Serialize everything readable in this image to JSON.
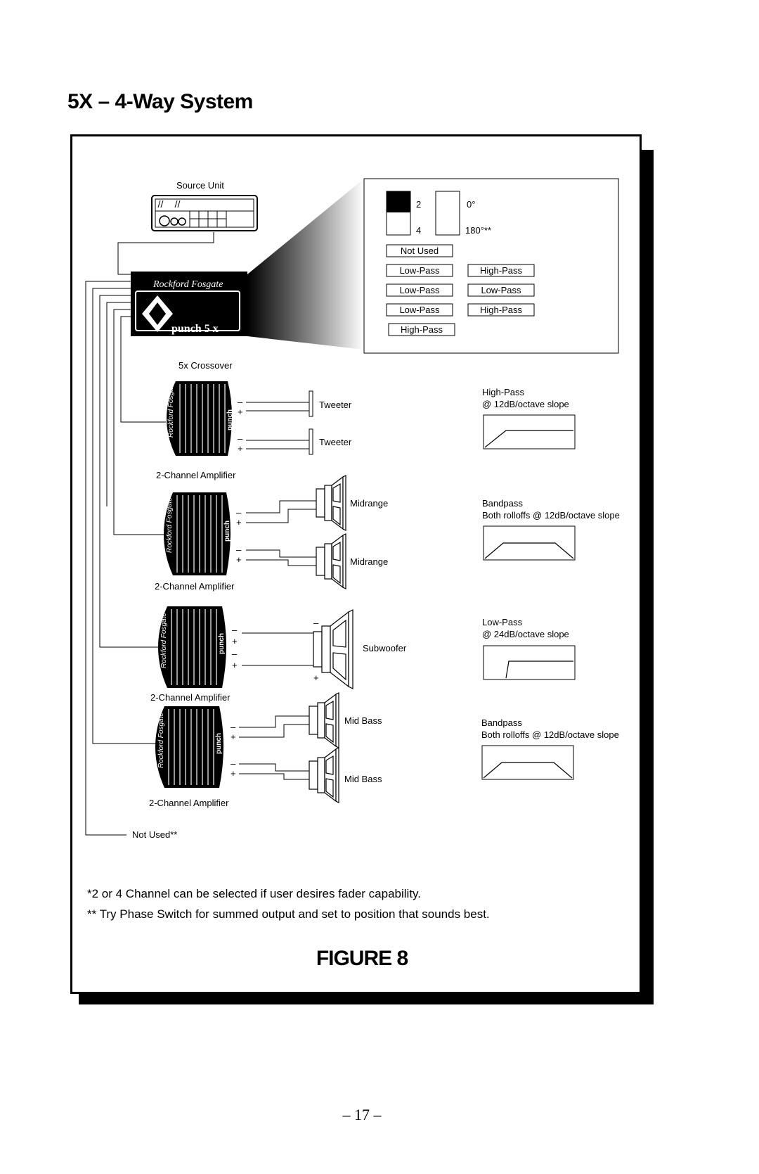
{
  "page": {
    "title": "5X – 4-Way System",
    "figure_label": "FIGURE 8",
    "page_number": "– 17 –",
    "notes": [
      "*2 or 4 Channel can be selected if user desires fader capability.",
      "** Try Phase Switch for summed output and set to position that sounds best."
    ]
  },
  "diagram": {
    "source_unit_label": "Source Unit",
    "crossover_label": "5x Crossover",
    "crossover_brand": "Rockford Fosgate",
    "crossover_model": "punch 5 x",
    "amp_brand": "Rockford Fosgate",
    "amp_model": "punch",
    "amplifier_label": "2-Channel Amplifier",
    "not_used_label": "Not Used**",
    "settings_panel": {
      "channel_switch": {
        "top": "2",
        "bottom": "4"
      },
      "phase_switch": {
        "top": "0°",
        "bottom": "180°**"
      },
      "rows": [
        {
          "left": "Not Used",
          "right": ""
        },
        {
          "left": "Low-Pass",
          "right": "High-Pass"
        },
        {
          "left": "Low-Pass",
          "right": "Low-Pass"
        },
        {
          "left": "Low-Pass",
          "right": "High-Pass"
        },
        {
          "left": "High-Pass",
          "right": ""
        }
      ]
    },
    "speakers": {
      "tweeter": "Tweeter",
      "midrange": "Midrange",
      "subwoofer": "Subwoofer",
      "mid_bass": "Mid Bass"
    },
    "filters": [
      {
        "line1": "High-Pass",
        "line2": "@ 12dB/octave slope",
        "shape": "high-pass"
      },
      {
        "line1": "Bandpass",
        "line2": "Both rolloffs @ 12dB/octave slope",
        "shape": "bandpass"
      },
      {
        "line1": "Low-Pass",
        "line2": "@ 24dB/octave slope",
        "shape": "low-pass"
      },
      {
        "line1": "Bandpass",
        "line2": "Both rolloffs @ 12dB/octave slope",
        "shape": "bandpass"
      }
    ],
    "polarity": {
      "neg": "–",
      "pos": "+"
    }
  }
}
